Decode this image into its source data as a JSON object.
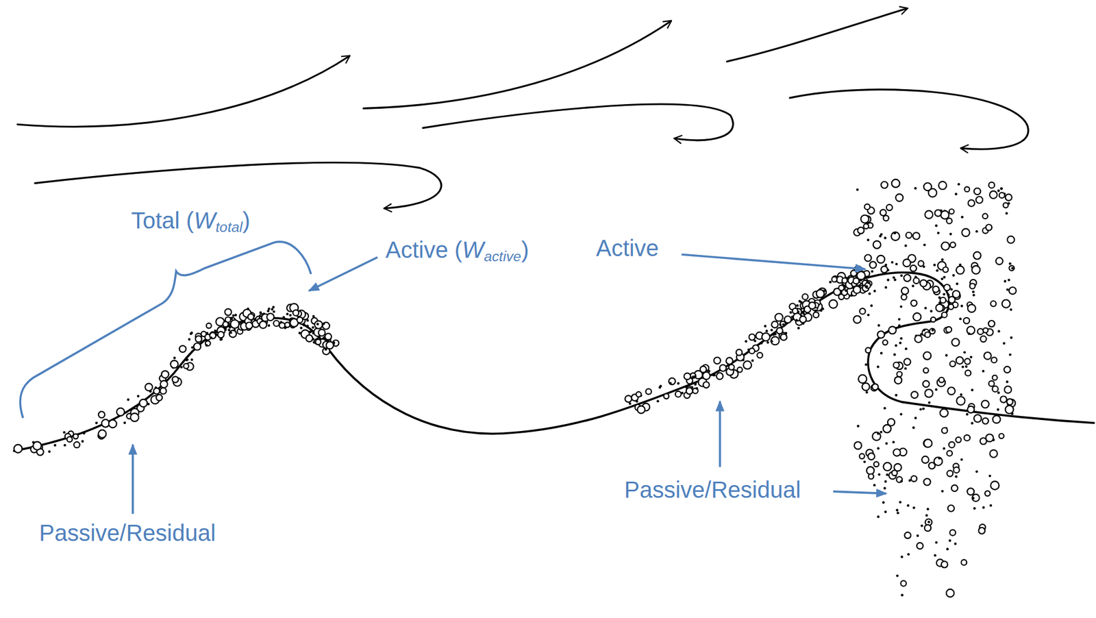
{
  "diagram": {
    "labels": [
      "Total (Wtotal)",
      "Active (Wactive)",
      "Active",
      "Passive/Residual",
      "Passive/Residual"
    ]
  }
}
